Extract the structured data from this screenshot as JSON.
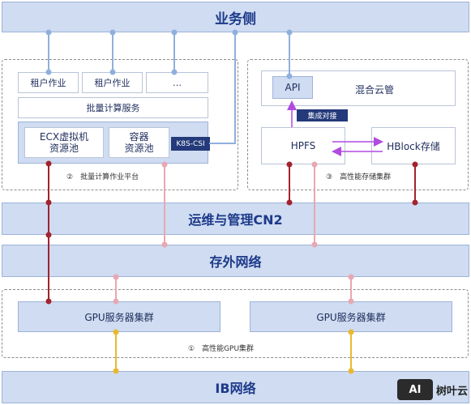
{
  "top": {
    "title": "业务侧"
  },
  "batch_platform": {
    "tenant_job_1": "租户作业",
    "tenant_job_2": "租户作业",
    "ellipsis": "…",
    "batch_service": "批量计算服务",
    "ecx_pool": "ECX虚拟机\n资源池",
    "container_pool": "容器\n资源池",
    "k8s_csi": "K8S-CSI",
    "caption": "②　批量计算作业平台"
  },
  "storage_cluster": {
    "api": "API",
    "hybrid_cloud": "混合云管",
    "integration": "集成对接",
    "hpfs": "HPFS",
    "hblock": "HBlock存储",
    "caption": "③　高性能存储集群"
  },
  "ops_bar": {
    "title": "运维与管理CN2"
  },
  "storage_net": {
    "title": "存外网络"
  },
  "gpu_cluster": {
    "gpu_1": "GPU服务器集群",
    "gpu_2": "GPU服务器集群",
    "caption": "①　高性能GPU集群"
  },
  "ib_net": {
    "title": "IB网络"
  },
  "watermark": {
    "mark": "AI",
    "text": "树叶云"
  },
  "colors": {
    "blue_line": "#8fb0de",
    "red_line": "#a3232e",
    "pink_line": "#e8a7b3",
    "yellow_line": "#eab830",
    "purple_arrow": "#b04be0",
    "bar_fill": "#cfdcf1"
  }
}
